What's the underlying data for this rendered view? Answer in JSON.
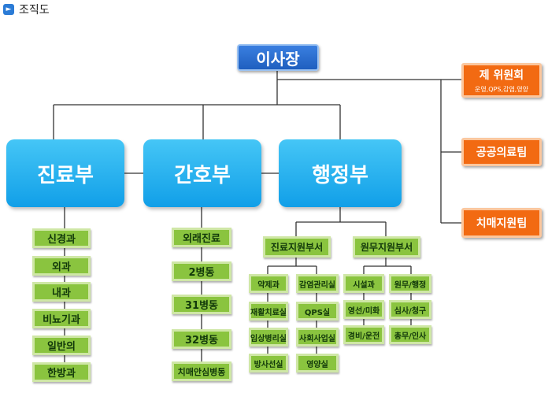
{
  "header": {
    "title": "조직도"
  },
  "board": "이사장",
  "committees": [
    {
      "title": "제 위원회",
      "sub": "운영,QPS,감염,영양"
    },
    {
      "title": "공공의료팀"
    },
    {
      "title": "치매지원팀"
    }
  ],
  "departments": [
    "진료부",
    "간호부",
    "행정부"
  ],
  "medical_units": [
    "신경과",
    "외과",
    "내과",
    "비뇨기과",
    "일반의",
    "한방과"
  ],
  "nursing_units": [
    "외래진료",
    "2병동",
    "31병동",
    "32병동",
    "치매안심병동"
  ],
  "admin_divisions": [
    {
      "name": "진료지원부서",
      "units": [
        "약제과",
        "감염관리실",
        "재활치료실",
        "QPS실",
        "임상병리실",
        "사회사업실",
        "방사선실",
        "영양실"
      ]
    },
    {
      "name": "원무지원부서",
      "units": [
        "시설과",
        "원무/행정",
        "영선/미화",
        "심사/청구",
        "경비/운전",
        "총무/인사"
      ]
    }
  ]
}
